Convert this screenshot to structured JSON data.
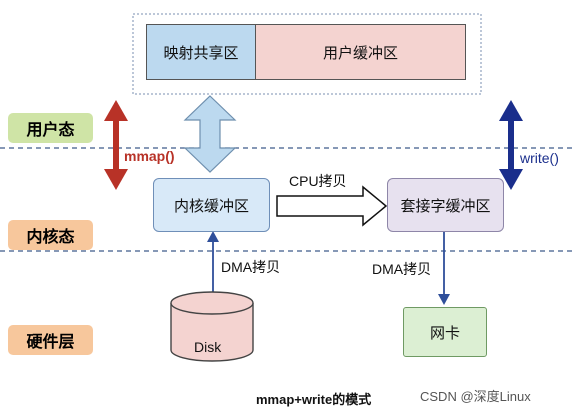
{
  "layers": {
    "user": "用户态",
    "kernel": "内核态",
    "hardware": "硬件层"
  },
  "user_space": {
    "mmap_shared": "映射共享区",
    "user_buffer": "用户缓冲区"
  },
  "kernel_space": {
    "kernel_buffer": "内核缓冲区",
    "socket_buffer": "套接字缓冲区",
    "cpu_copy": "CPU拷贝"
  },
  "hardware": {
    "disk": "Disk",
    "nic": "网卡",
    "dma_copy_left": "DMA拷贝",
    "dma_copy_right": "DMA拷贝"
  },
  "calls": {
    "mmap": "mmap()",
    "write": "write()"
  },
  "caption": "mmap+write的模式",
  "watermark": "CSDN @深度Linux",
  "colors": {
    "layer_label_bg": "#f7c79c",
    "layer_user_bg": "#cfe4a6",
    "mmap_arrow": "#b83227",
    "write_arrow": "#1a2e8c",
    "shared_region": "#bcd9ef",
    "user_buffer": "#f4d3d0",
    "kernel_buffer": "#d8e9f8",
    "socket_buffer": "#e7e1ef",
    "disk": "#f4d3d0",
    "nic": "#dcefd3",
    "mmap_text": "#b83227",
    "write_text": "#1a2e8c"
  }
}
